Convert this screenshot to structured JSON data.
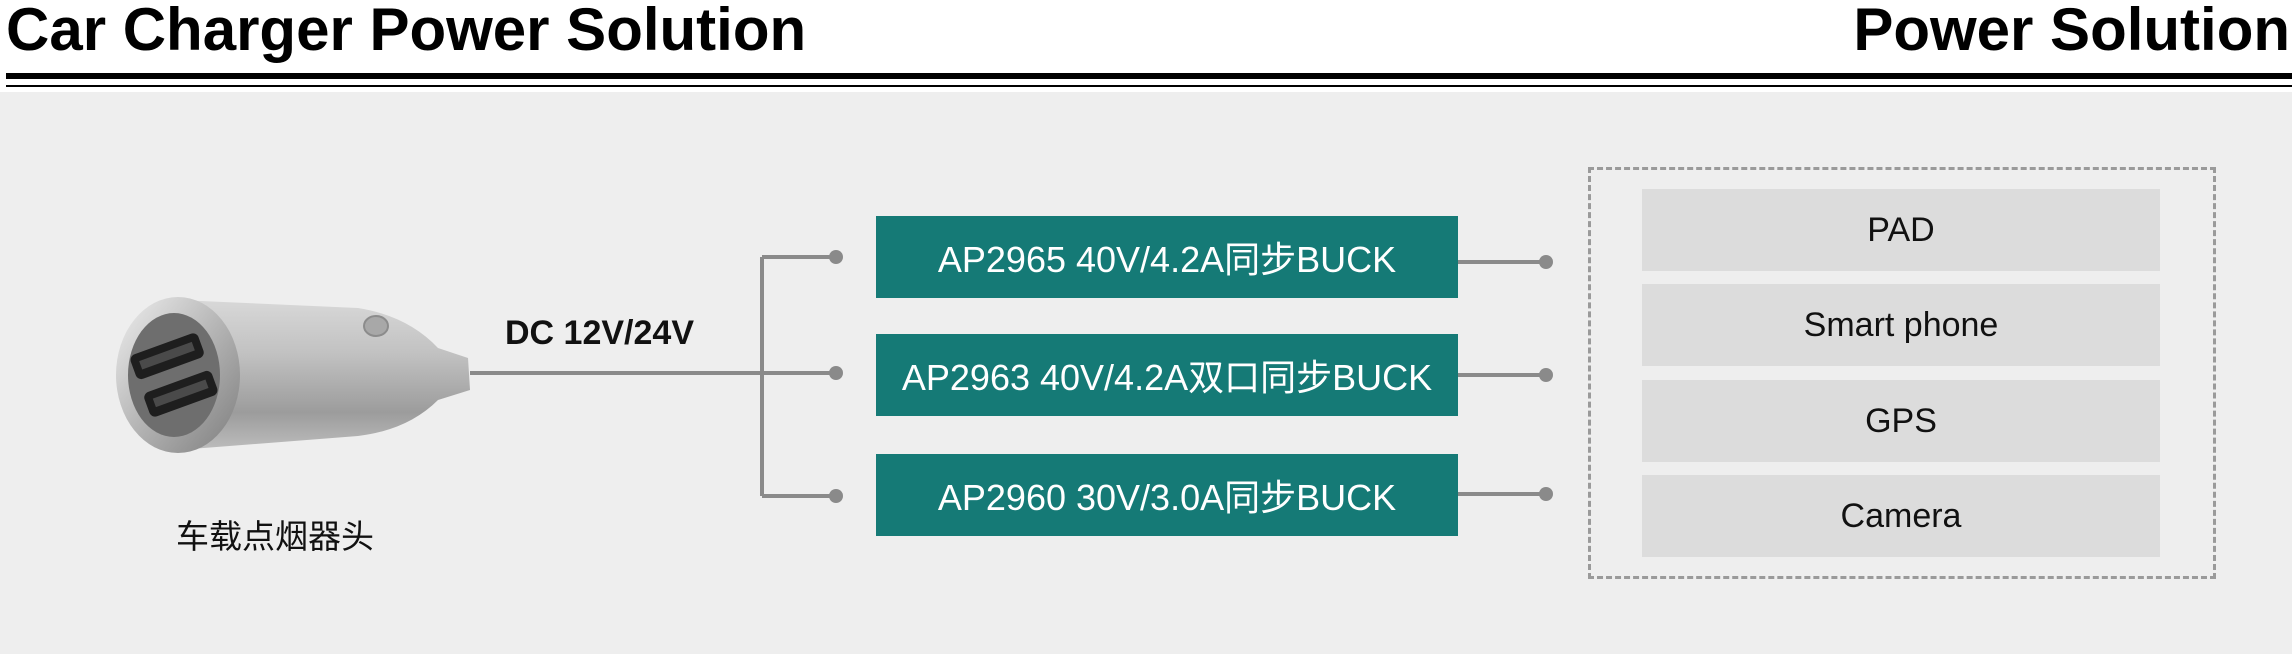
{
  "header": {
    "title_left": "Car Charger Power Solution",
    "title_right": "Power Solution"
  },
  "source": {
    "label": "车载点烟器头",
    "voltage_label": "DC 12V/24V",
    "icon": "car-charger-icon"
  },
  "chips": [
    {
      "label": "AP2965 40V/4.2A同步BUCK"
    },
    {
      "label": "AP2963 40V/4.2A双口同步BUCK"
    },
    {
      "label": "AP2960 30V/3.0A同步BUCK"
    }
  ],
  "outputs": [
    {
      "label": "PAD"
    },
    {
      "label": "Smart phone"
    },
    {
      "label": "GPS"
    },
    {
      "label": "Camera"
    }
  ],
  "colors": {
    "chip_fill": "#157a76",
    "chip_text": "#ffffff",
    "panel_bg": "#eeeeee",
    "output_fill": "#dcdcdc",
    "wire": "#8a8a8a"
  }
}
